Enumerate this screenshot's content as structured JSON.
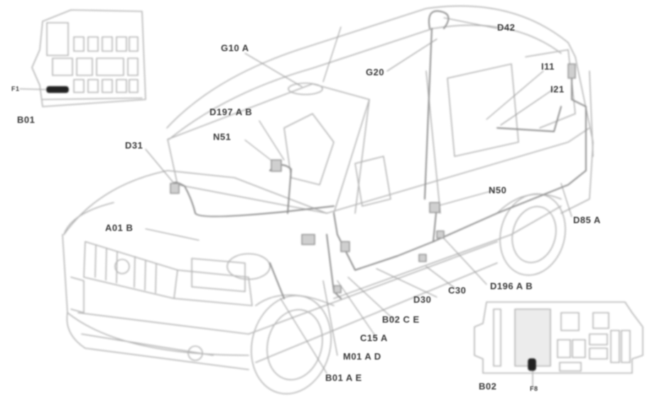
{
  "diagram": {
    "type": "vehicle-wiring-component-location",
    "labels": {
      "G10A": "G10 A",
      "G20": "G20",
      "D42": "D42",
      "I11": "I11",
      "I21": "I21",
      "D197AB": "D197 A B",
      "N51": "N51",
      "D31": "D31",
      "A01B": "A01 B",
      "N50": "N50",
      "D85A": "D85 A",
      "C30": "C30",
      "D196AB": "D196 A B",
      "D30": "D30",
      "B02CE": "B02 C E",
      "C15A": "C15 A",
      "M01AD": "M01 A D",
      "B01AE": "B01 A E"
    },
    "inset_top_left": {
      "title": "B01",
      "fuse_callout": "F1"
    },
    "inset_bottom_right": {
      "title": "B02",
      "fuse_callout": "F8"
    }
  }
}
